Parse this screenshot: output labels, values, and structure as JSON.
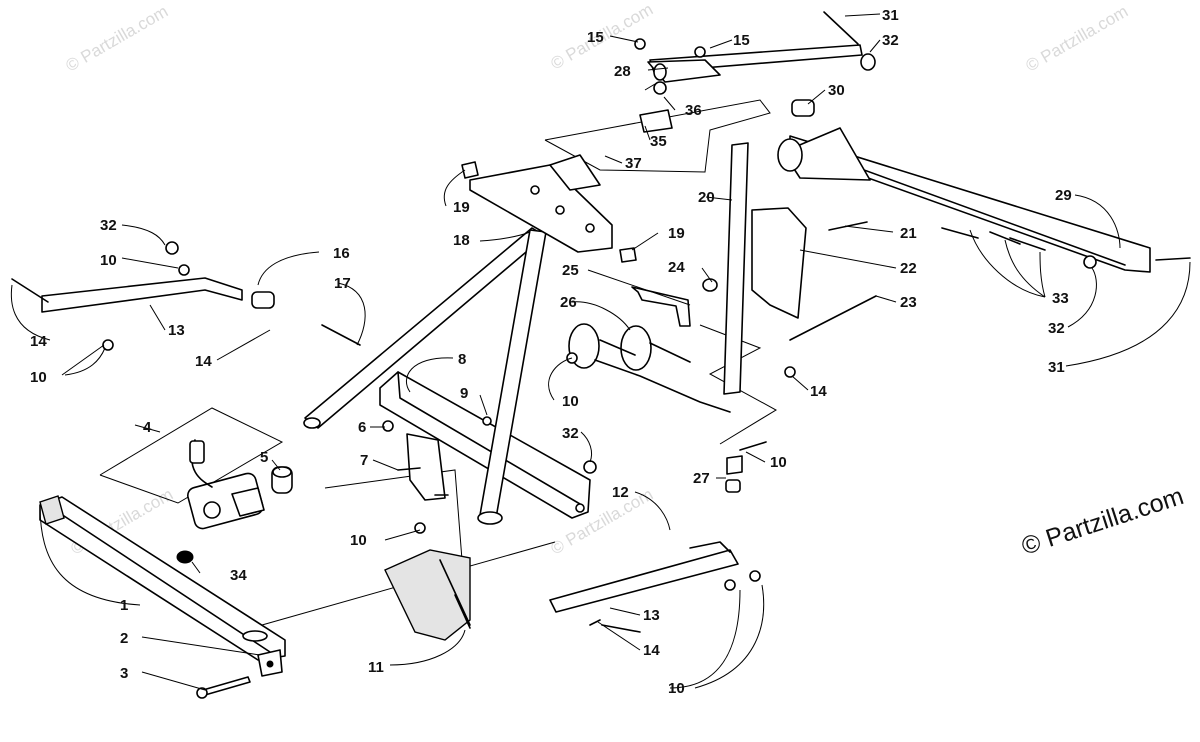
{
  "watermark": {
    "text": "© Partzilla.com"
  },
  "brand": {
    "text": "© Partzilla.com"
  },
  "callouts": [
    "1",
    "2",
    "3",
    "4",
    "5",
    "6",
    "7",
    "8",
    "9",
    "10",
    "10",
    "10",
    "10",
    "10",
    "10",
    "11",
    "12",
    "13",
    "13",
    "14",
    "14",
    "14",
    "14",
    "15",
    "15",
    "16",
    "17",
    "18",
    "19",
    "19",
    "20",
    "21",
    "22",
    "23",
    "24",
    "25",
    "26",
    "27",
    "28",
    "29",
    "30",
    "31",
    "31",
    "32",
    "32",
    "32",
    "32",
    "33",
    "34",
    "35",
    "36",
    "37"
  ]
}
